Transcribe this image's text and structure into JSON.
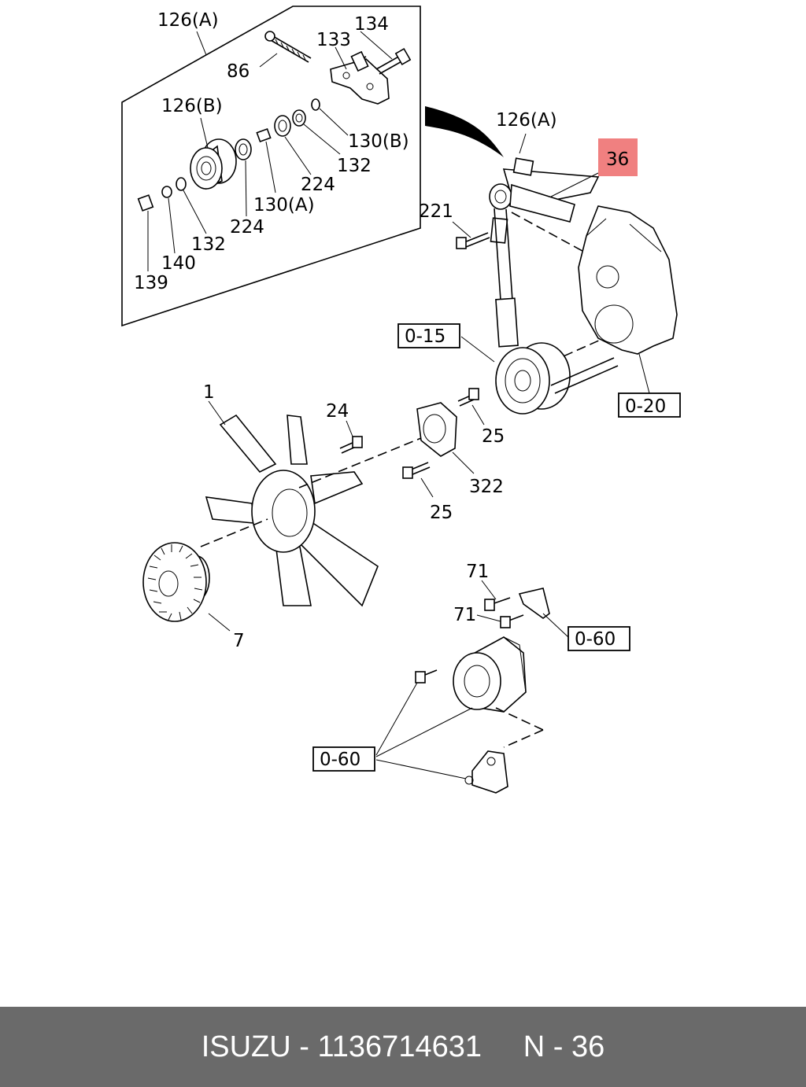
{
  "callouts": {
    "c126a_top": "126(A)",
    "c134": "134",
    "c133": "133",
    "c86": "86",
    "c126b": "126(B)",
    "c130b": "130(B)",
    "c132_a": "132",
    "c224_a": "224",
    "c130a": "130(A)",
    "c224_b": "224",
    "c132_b": "132",
    "c140": "140",
    "c139": "139",
    "c126a_right": "126(A)",
    "c36": "36",
    "c221": "221",
    "c1": "1",
    "c24": "24",
    "c25_a": "25",
    "c322": "322",
    "c25_b": "25",
    "c7": "7",
    "c71_a": "71",
    "c71_b": "71"
  },
  "refs": {
    "r015": "0-15",
    "r020": "0-20",
    "r060_a": "0-60",
    "r060_b": "0-60"
  },
  "colors": {
    "highlight": "#f08080",
    "footer_bg": "#6a6a6a",
    "footer_text": "#ffffff"
  },
  "footer": {
    "brand": "ISUZU",
    "sep1": " - ",
    "part_number": "1136714631",
    "gap": "     ",
    "ref_prefix": "N",
    "sep2": " - ",
    "ref_number": "36"
  }
}
